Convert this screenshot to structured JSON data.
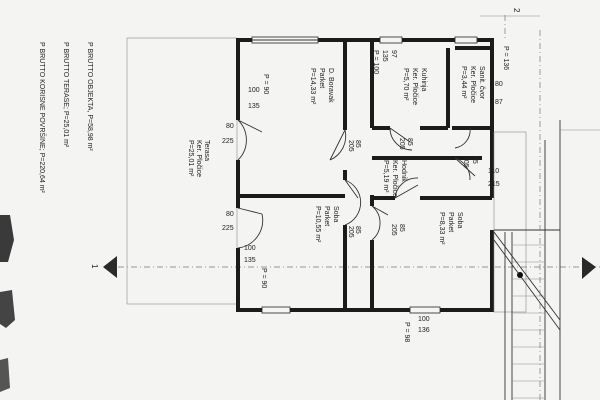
{
  "summary": {
    "objekt": "P BRUTTO OBJEKTA, P=58,98 m²",
    "terase": "P BRUTTO TERASE; P=25,01 m²",
    "korisne": "P BRUTTO KORISNE POVRŠINE; P=220,64 m²"
  },
  "section": {
    "top": "2",
    "left": "1"
  },
  "rooms": {
    "terasa": {
      "name": "Terasa",
      "floor": "Ker. Pločice",
      "area": "P=25,01 m²"
    },
    "boravak": {
      "name": "D. Boravak",
      "floor": "Parket",
      "area": "P=14,33 m²"
    },
    "kuhinja": {
      "name": "Kuhinja",
      "floor": "Ker. Pločice",
      "area": "P=5,70 m²"
    },
    "sanitar": {
      "name": "Sanit. čvor",
      "floor": "Ker. Pločice",
      "area": "P=3,44 m²"
    },
    "hodnik": {
      "name": "Hodnik",
      "floor": "Ker. Pločice",
      "area": "P=5,19 m²"
    },
    "soba1": {
      "name": "Soba",
      "floor": "Parket",
      "area": "P=10,55 m²"
    },
    "soba2": {
      "name": "Soba",
      "floor": "Parket",
      "area": "P=8,33 m²"
    }
  },
  "labels": {
    "p90_top": "P = 90",
    "p90_bottom": "P = 90",
    "p100": "P = 100",
    "p136": "P = 136",
    "p98": "P = 98",
    "w100a": "100",
    "w135a": "135",
    "w97": "97",
    "w135b": "135",
    "w80a": "80",
    "w87": "87",
    "w80b": "80",
    "w225a": "225",
    "w80c": "80",
    "w225b": "225",
    "w100b": "100",
    "w135c": "135",
    "w85a": "85",
    "w205a": "205",
    "w85b": "85",
    "w205b": "205",
    "w85c": "85",
    "w205c": "205",
    "w85d": "85",
    "w205d": "205",
    "w85e": "85",
    "w205e": "205",
    "w110": "110",
    "w215": "215",
    "w100c": "100",
    "w136": "136"
  }
}
